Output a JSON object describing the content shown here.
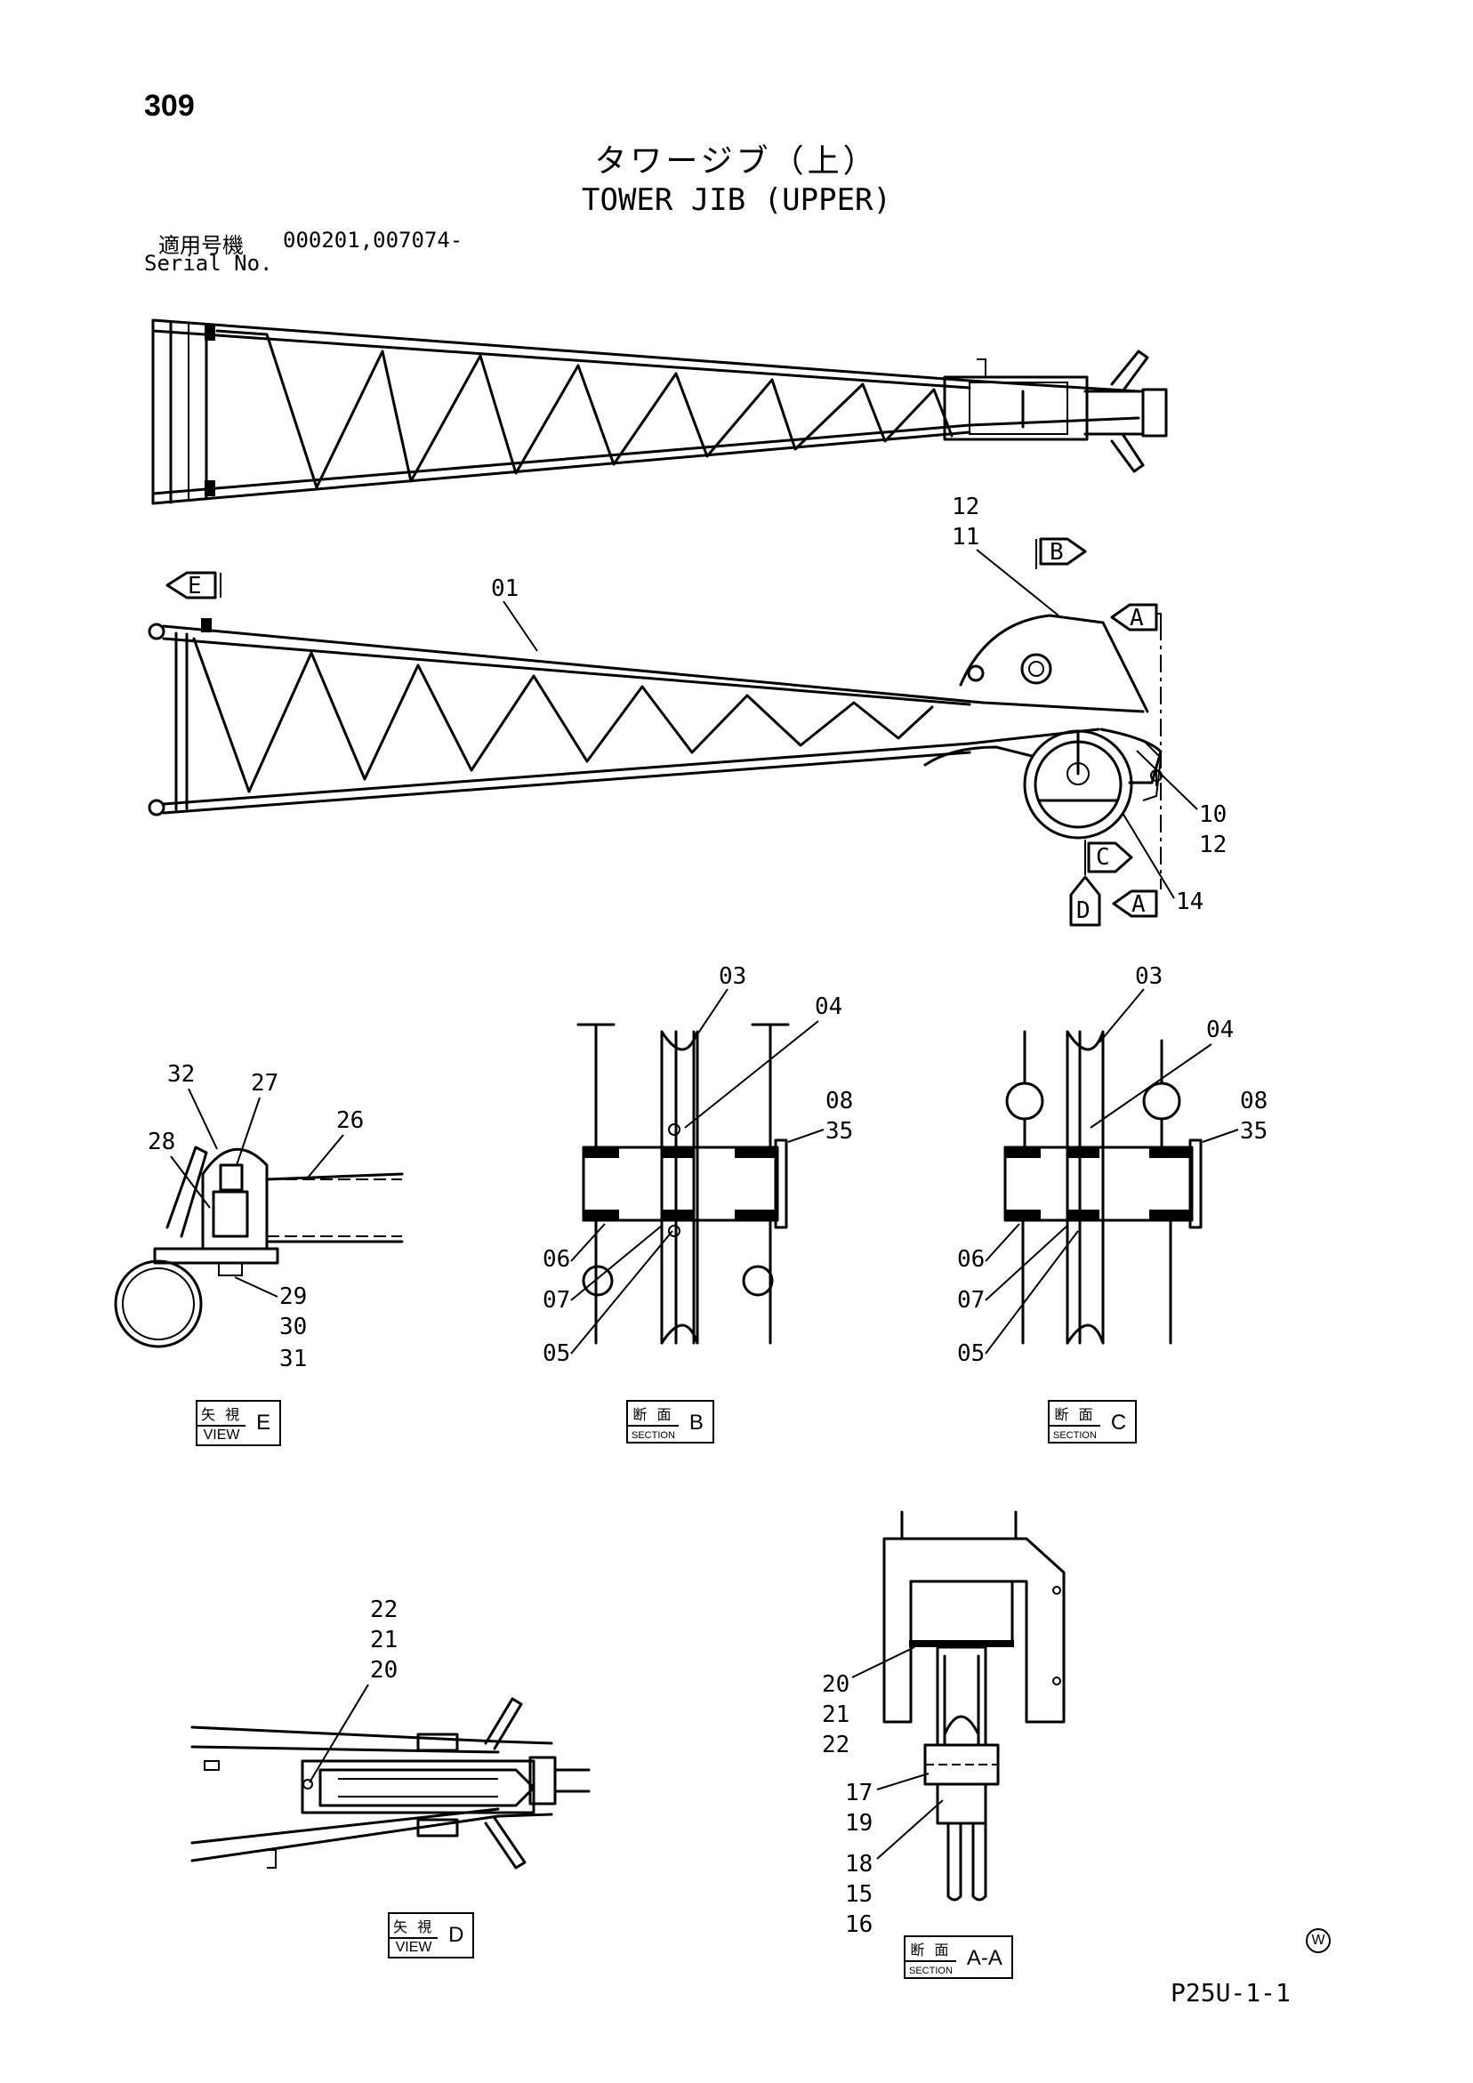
{
  "header": {
    "page_number": "309",
    "title_ja": "タワージブ（上）",
    "title_en": "TOWER JIB (UPPER)",
    "serial_label_ja": "適用号機",
    "serial_value": "000201,007074-",
    "serial_label_en": "Serial No."
  },
  "main_view": {
    "part_labels": [
      "12",
      "11",
      "01",
      "10",
      "12",
      "14"
    ],
    "view_markers": [
      "E",
      "B",
      "A",
      "C",
      "D",
      "A"
    ]
  },
  "views": [
    {
      "id": "view-e",
      "kind_ja": "矢 視",
      "kind_en": "VIEW",
      "letter": "E",
      "part_labels": [
        "32",
        "27",
        "26",
        "28",
        "29",
        "30",
        "31"
      ]
    },
    {
      "id": "section-b",
      "kind_ja": "断 面",
      "kind_en": "SECTION",
      "letter": "B",
      "part_labels": [
        "03",
        "04",
        "08",
        "35",
        "06",
        "07",
        "05"
      ]
    },
    {
      "id": "section-c",
      "kind_ja": "断 面",
      "kind_en": "SECTION",
      "letter": "C",
      "part_labels": [
        "03",
        "04",
        "08",
        "35",
        "06",
        "07",
        "05"
      ]
    },
    {
      "id": "view-d",
      "kind_ja": "矢 視",
      "kind_en": "VIEW",
      "letter": "D",
      "part_labels": [
        "22",
        "21",
        "20"
      ]
    },
    {
      "id": "section-aa",
      "kind_ja": "断 面",
      "kind_en": "SECTION",
      "letter": "A-A",
      "part_labels": [
        "20",
        "21",
        "22",
        "17",
        "19",
        "18",
        "15",
        "16"
      ]
    }
  ],
  "footer": {
    "symbol": "W",
    "doc_code": "P25U-1-1"
  }
}
